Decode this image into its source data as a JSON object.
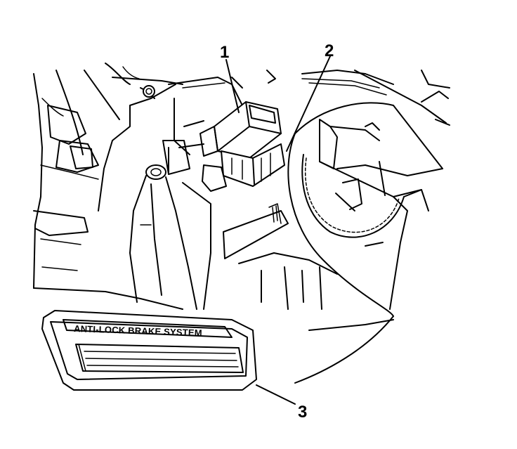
{
  "callouts": {
    "one": "1",
    "two": "2",
    "three": "3"
  },
  "pedal_label": "ANTI-LOCK BRAKE SYSTEM"
}
